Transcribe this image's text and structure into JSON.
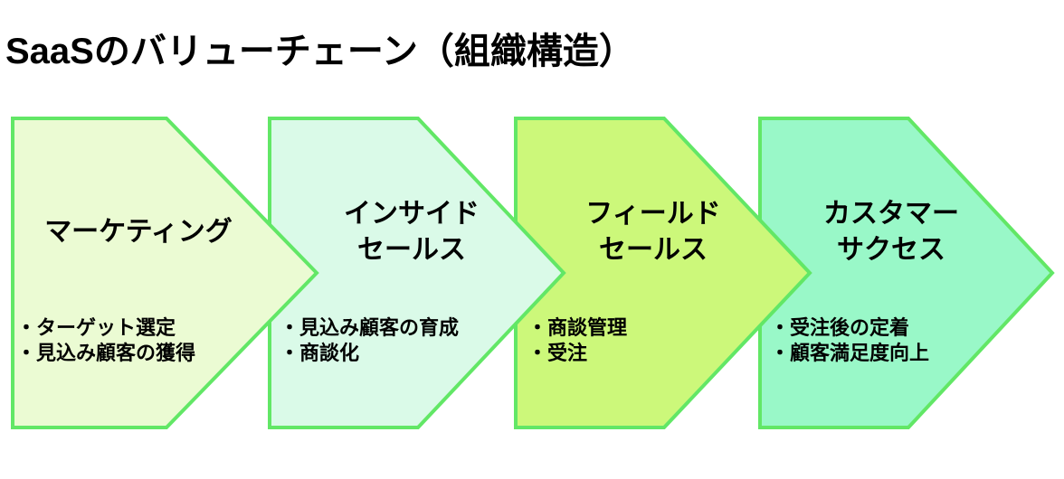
{
  "page": {
    "title": "SaaSのバリューチェーン（組織構造）"
  },
  "colors": {
    "background": "#FFFFFF",
    "border": "#62E766",
    "text": "#000000"
  },
  "stages": [
    {
      "title_lines": [
        "マーケティング"
      ],
      "bullets": [
        "・ターゲット選定",
        "・見込み顧客の獲得"
      ],
      "fill": "#EBFBD3"
    },
    {
      "title_lines": [
        "インサイド",
        "セールス"
      ],
      "bullets": [
        "・見込み顧客の育成",
        "・商談化"
      ],
      "fill": "#DAFAE8"
    },
    {
      "title_lines": [
        "フィールド",
        "セールス"
      ],
      "bullets": [
        "・商談管理",
        "・受注"
      ],
      "fill": "#CCF87A"
    },
    {
      "title_lines": [
        "カスタマー",
        "サクセス"
      ],
      "bullets": [
        "・受注後の定着",
        "・顧客満足度向上"
      ],
      "fill": "#99F8C8"
    }
  ]
}
